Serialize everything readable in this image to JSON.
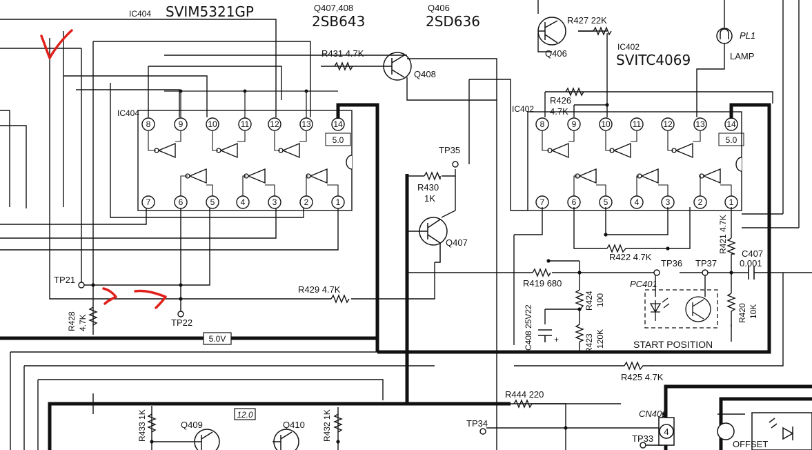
{
  "ic404": {
    "title_prefix": "IC404",
    "title_part": "SVIM5321GP",
    "body_label": "IC404",
    "voltage": "5.0",
    "top_pins": [
      "8",
      "9",
      "10",
      "11",
      "12",
      "13",
      "14"
    ],
    "bottom_pins": [
      "7",
      "6",
      "5",
      "4",
      "3",
      "2",
      "1"
    ]
  },
  "ic402": {
    "title_prefix": "IC402",
    "title_part": "SVITC4069",
    "body_label": "IC402",
    "voltage": "5.0",
    "top_pins": [
      "8",
      "9",
      "10",
      "11",
      "12",
      "13",
      "14"
    ],
    "bottom_pins": [
      "7",
      "6",
      "5",
      "4",
      "3",
      "2",
      "1"
    ]
  },
  "transistor_specs": {
    "q407_408_ref": "Q407,408",
    "q407_408_type": "2SB643",
    "q406_ref": "Q406",
    "q406_type": "2SD636"
  },
  "transistors": {
    "q406": "Q406",
    "q408": "Q408",
    "q407": "Q407",
    "q409": "Q409",
    "q410": "Q410"
  },
  "resistors": {
    "r427": "R427 22K",
    "r431": "R431 4.7K",
    "r426": "R426",
    "r426_val": "4.7K",
    "r430": "R430",
    "r430_val": "1K",
    "r429": "R429 4.7K",
    "r428": "R428",
    "r428_val": "4.7K",
    "r419": "R419 680",
    "r424": "R424",
    "r424_val": "100",
    "r423": "R423",
    "r423_val": "120K",
    "r422": "R422 4.7K",
    "r421": "R421 4.7K",
    "r420": "R420",
    "r420_val": "10K",
    "r425": "R425 4.7K",
    "r444": "R444 220",
    "r433": "R433 1K",
    "r432": "R432 1K"
  },
  "capacitors": {
    "c407": "C407",
    "c407_val": "0.001",
    "c408": "C408 25V22"
  },
  "lamp": {
    "ref": "PL1",
    "name": "LAMP"
  },
  "photo": {
    "ref": "PC401",
    "caption": "START POSITION"
  },
  "test_points": {
    "tp21": "TP21",
    "tp22": "TP22",
    "tp33": "TP33",
    "tp34": "TP34",
    "tp35": "TP35",
    "tp36": "TP36",
    "tp37": "TP37"
  },
  "rails": {
    "v5": "5.0V",
    "v12": "12.0"
  },
  "connector": {
    "ref": "CN401",
    "pin": "4",
    "offset_label": "OFFSET"
  },
  "colors": {
    "ink": "#111111",
    "annotation": "#e0201b",
    "paper": "#ffffff"
  }
}
